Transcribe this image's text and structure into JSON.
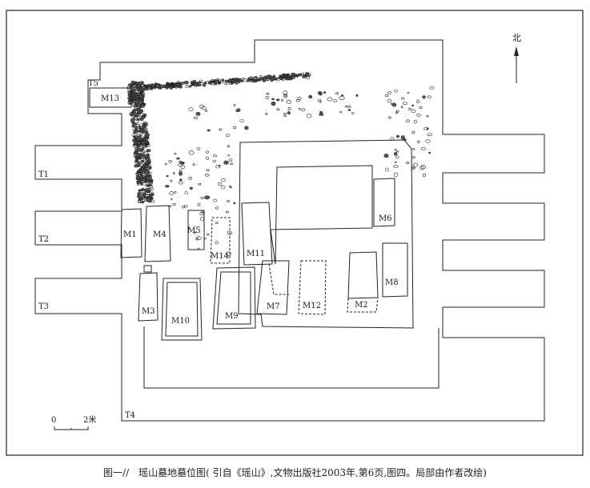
{
  "diagram": {
    "north": {
      "label": "北"
    },
    "trenches": [
      "T1",
      "T2",
      "T3",
      "T4",
      "T5"
    ],
    "tombs": {
      "m1": "M1",
      "m2": "M2",
      "m3": "M3",
      "m4": "M4",
      "m5": "M5",
      "m6": "M6",
      "m7": "M7",
      "m8": "M8",
      "m9": "M9",
      "m10": "M10",
      "m11": "M11",
      "m12": "M12",
      "m13": "M13",
      "m14": "M14"
    },
    "scale": {
      "zero": "0",
      "value": "2米"
    }
  },
  "caption": "图一//　瑶山墓地墓位图( 引自《瑶山》,文物出版社2003年,第6页,图四。局部由作者改绘)",
  "colors": {
    "ink": "#1a1a1a",
    "background": "#ffffff"
  }
}
